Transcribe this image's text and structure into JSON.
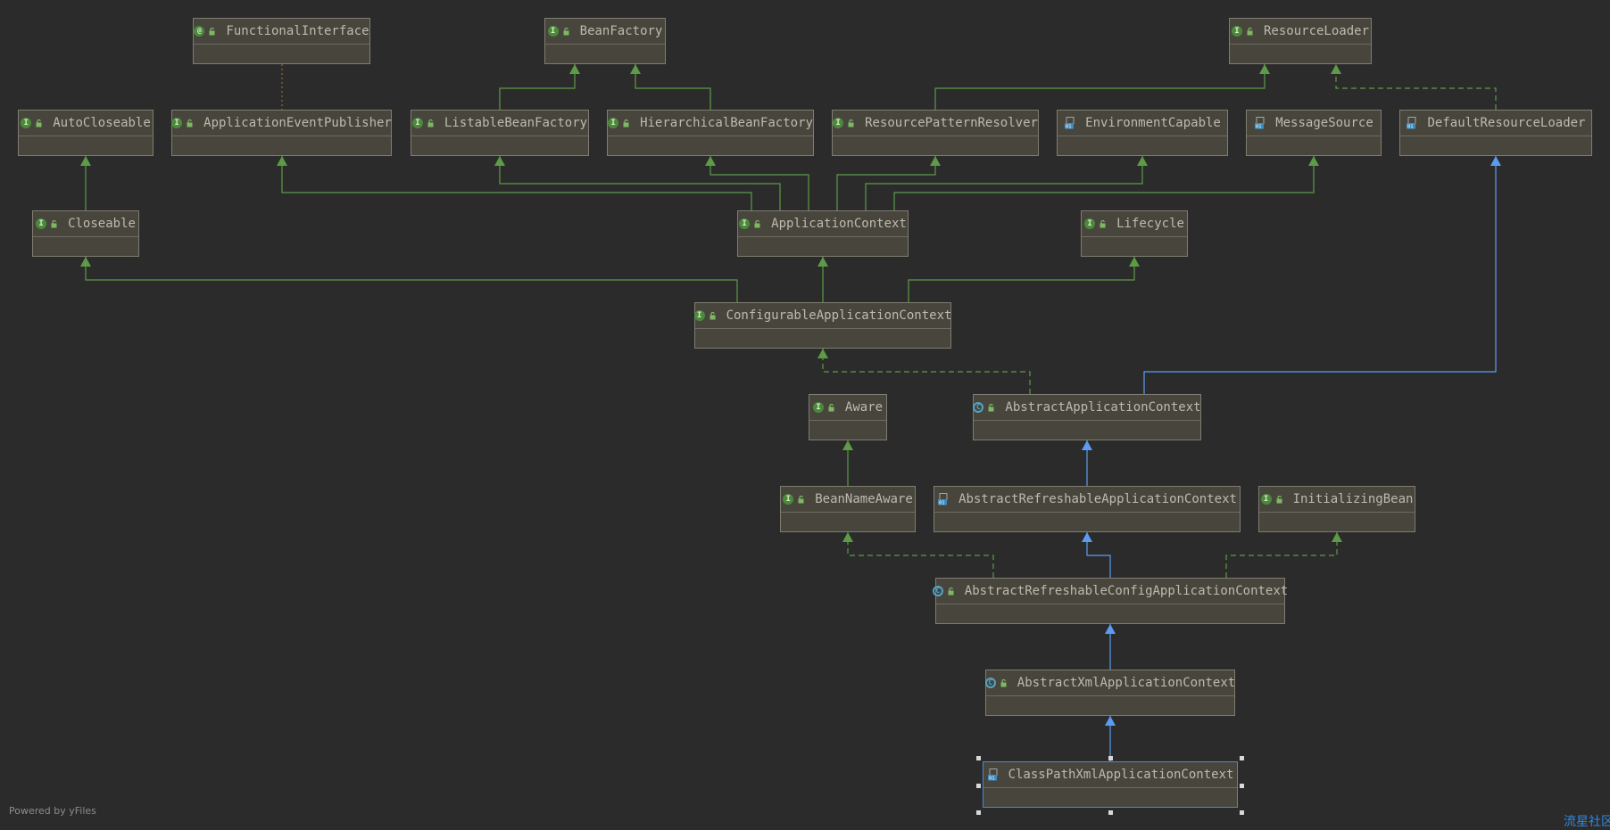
{
  "diagram": {
    "footer": "Powered by yFiles",
    "watermark": "流星社区",
    "colors": {
      "background": "#2b2b2b",
      "node_fill": "#48463c",
      "node_border": "#7f7d71",
      "interface_edge": "#5d9b47",
      "class_edge": "#5b9cf2",
      "dependency_edge": "#8d6b3a"
    },
    "nodes": {
      "functional_interface": {
        "name": "FunctionalInterface",
        "icon": "annotation-icon"
      },
      "bean_factory": {
        "name": "BeanFactory",
        "icon": "interface-icon"
      },
      "resource_loader": {
        "name": "ResourceLoader",
        "icon": "interface-icon"
      },
      "auto_closeable": {
        "name": "AutoCloseable",
        "icon": "interface-icon"
      },
      "application_event_publisher": {
        "name": "ApplicationEventPublisher",
        "icon": "interface-icon"
      },
      "listable_bean_factory": {
        "name": "ListableBeanFactory",
        "icon": "interface-icon"
      },
      "hierarchical_bean_factory": {
        "name": "HierarchicalBeanFactory",
        "icon": "interface-icon"
      },
      "resource_pattern_resolver": {
        "name": "ResourcePatternResolver",
        "icon": "interface-icon"
      },
      "environment_capable": {
        "name": "EnvironmentCapable",
        "icon": "class-file-icon"
      },
      "message_source": {
        "name": "MessageSource",
        "icon": "class-file-icon"
      },
      "default_resource_loader": {
        "name": "DefaultResourceLoader",
        "icon": "class-file-icon"
      },
      "closeable": {
        "name": "Closeable",
        "icon": "interface-icon"
      },
      "application_context": {
        "name": "ApplicationContext",
        "icon": "interface-icon"
      },
      "lifecycle": {
        "name": "Lifecycle",
        "icon": "interface-icon"
      },
      "configurable_application_context": {
        "name": "ConfigurableApplicationContext",
        "icon": "interface-icon"
      },
      "aware": {
        "name": "Aware",
        "icon": "interface-icon"
      },
      "abstract_application_context": {
        "name": "AbstractApplicationContext",
        "icon": "abstract-class-icon"
      },
      "bean_name_aware": {
        "name": "BeanNameAware",
        "icon": "interface-icon"
      },
      "abstract_refreshable_application_context": {
        "name": "AbstractRefreshableApplicationContext",
        "icon": "class-file-icon"
      },
      "initializing_bean": {
        "name": "InitializingBean",
        "icon": "interface-icon"
      },
      "abstract_refreshable_config_application_context": {
        "name": "AbstractRefreshableConfigApplicationContext",
        "icon": "abstract-class-icon"
      },
      "abstract_xml_application_context": {
        "name": "AbstractXmlApplicationContext",
        "icon": "abstract-class-icon"
      },
      "class_path_xml_application_context": {
        "name": "ClassPathXmlApplicationContext",
        "icon": "class-file-icon"
      }
    }
  }
}
